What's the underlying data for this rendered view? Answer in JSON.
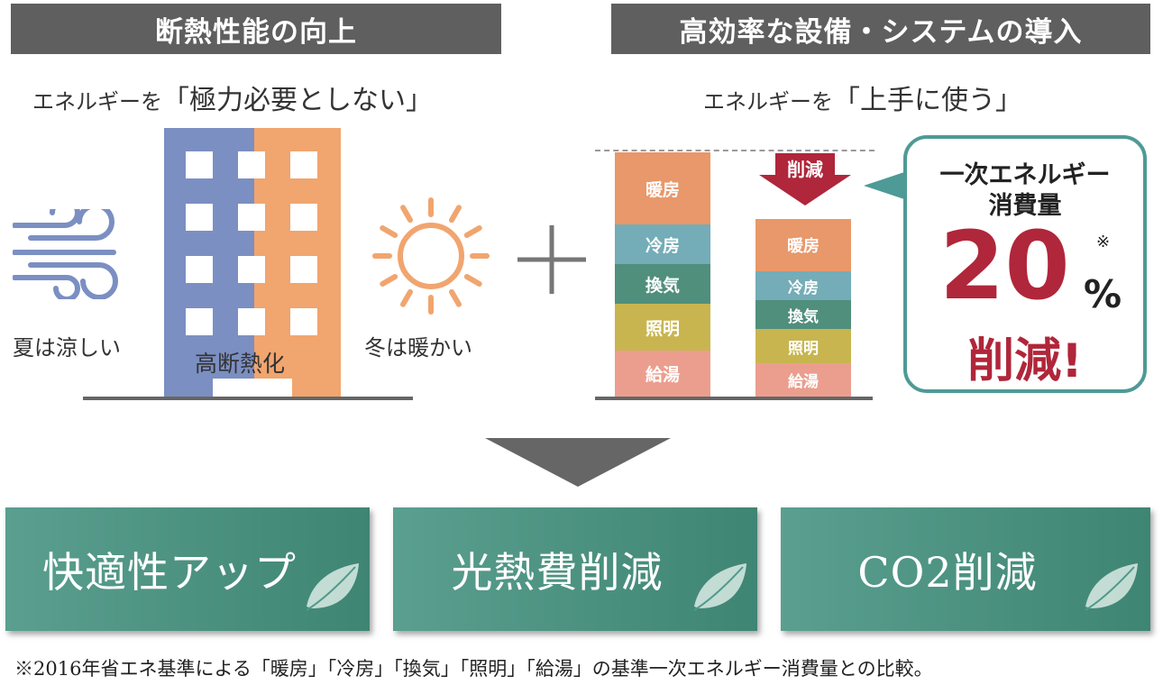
{
  "left": {
    "header": "断熱性能の向上",
    "subtitle_prefix": "エネルギーを",
    "subtitle_main": "「極力必要としない」",
    "wind_caption": "夏は涼しい",
    "building_caption": "高断熱化",
    "sun_caption": "冬は暖かい"
  },
  "right": {
    "header": "高効率な設備・システムの導入",
    "subtitle_prefix": "エネルギーを",
    "subtitle_main": "「上手に使う」",
    "reduction_arrow_label": "削減",
    "before_bar": [
      "暖房",
      "冷房",
      "換気",
      "照明",
      "給湯"
    ],
    "after_bar": [
      "暖房",
      "冷房",
      "換気",
      "照明",
      "給湯"
    ],
    "callout": {
      "title_line1": "一次エネルギー",
      "title_line2": "消費量",
      "value": "20",
      "unit": "%",
      "note_mark": "※",
      "action": "削減!"
    }
  },
  "results": [
    {
      "label": "快適性アップ"
    },
    {
      "label": "光熱費削減"
    },
    {
      "label": "CO2削減"
    }
  ],
  "footnote": "※2016年省エネ基準による「暖房」「冷房」「換気」「照明」「給湯」の基準一次エネルギー消費量との比較。",
  "colors": {
    "header_bg": "#5f5f5f",
    "building_blue": "#7b8fc2",
    "building_orange": "#f1a56f",
    "heating": "#e8986a",
    "cooling": "#74acb7",
    "ventilation": "#4f8f7b",
    "lighting": "#c8b550",
    "hot_water": "#eb9e8e",
    "accent_red": "#b0263a",
    "teal": "#4f9a8a"
  }
}
